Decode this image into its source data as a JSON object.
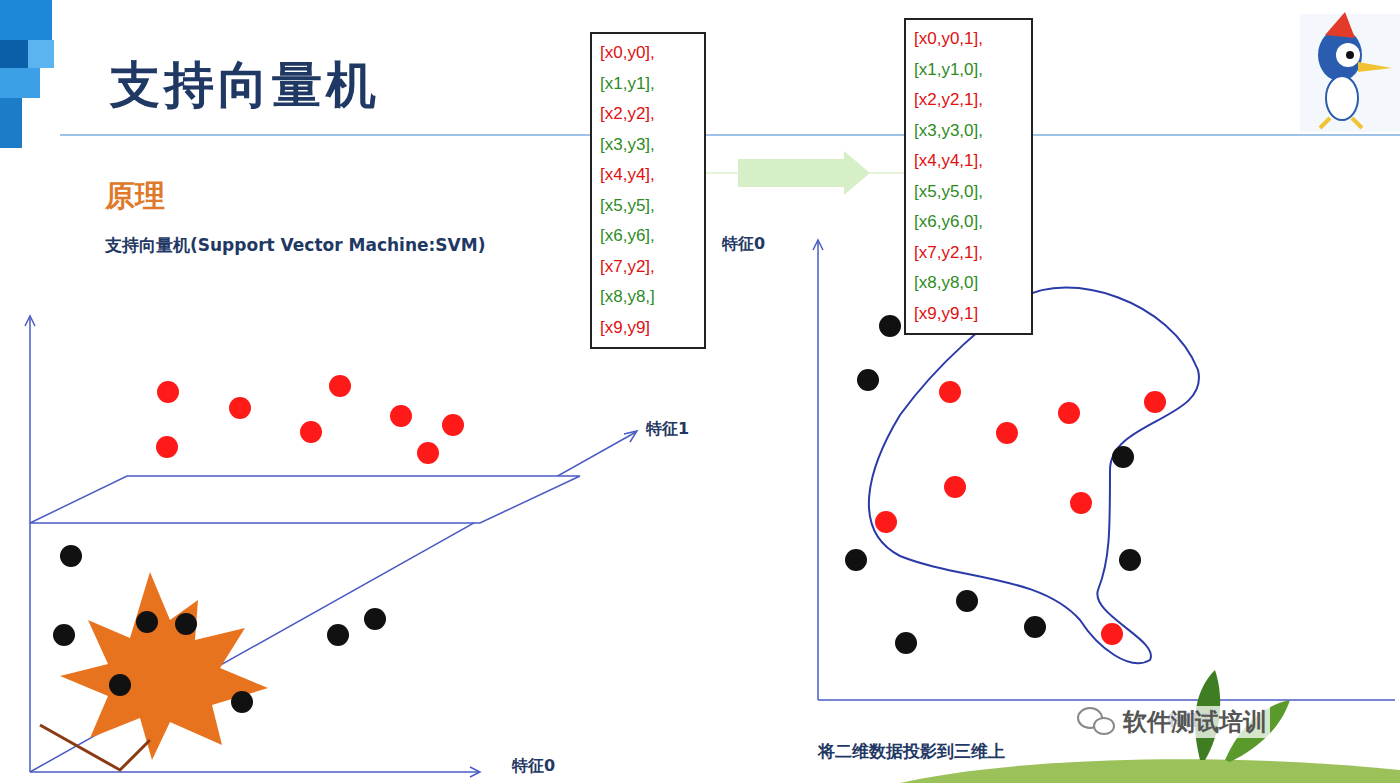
{
  "diagram": {
    "title": "支持向量机",
    "nodes": [
      {
        "text": [
          "[x0,y0],",
          "[x1,y1],",
          "[x2,y2],",
          "[x3,y3],",
          "[x4,y4],",
          "[x5,y5],",
          "[x6,y6],",
          "[x7,y2],",
          "[x8,y8,]",
          "[x9,y9]"
        ]
      },
      {
        "text": [
          "[x0,y0,1],",
          "[x1,y1,0],",
          "[x2,y2,1],",
          "[x3,y3,0],",
          "[x4,y4,1],",
          "[x5,y5,0],",
          "[x6,y6,0],",
          "[x7,y2,1],",
          "[x8,y8,0]",
          "[x9,y9,1]"
        ]
      }
    ],
    "edges": [
      {
        "from": 0,
        "to": 1,
        "arrow": "to"
      }
    ],
    "labels": [
      "原理",
      "支持向量机(Support Vector Machine:SVM)",
      "特征0",
      "特征1",
      "特征0",
      "特征1",
      "将二维数据投影到三维上",
      "软件测试培训"
    ]
  }
}
